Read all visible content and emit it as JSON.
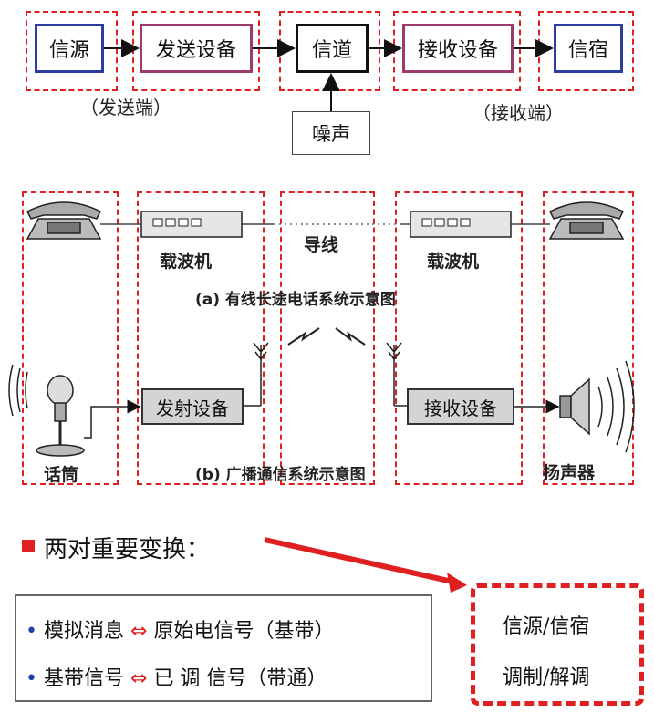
{
  "top": {
    "source": "信源",
    "transmitter": "发送设备",
    "channel": "信道",
    "receiver": "接收设备",
    "sink": "信宿",
    "noise": "噪声",
    "tx_end": "（发送端）",
    "rx_end": "（接收端）"
  },
  "wired": {
    "carrier_left": "载波机",
    "wire": "导线",
    "carrier_right": "载波机",
    "caption": "(a) 有线长途电话系统示意图"
  },
  "broadcast": {
    "transmitter": "发射设备",
    "receiver": "接收设备",
    "microphone": "话筒",
    "speaker": "扬声器",
    "caption": "(b) 广播通信系统示意图"
  },
  "bottom": {
    "title": "两对重要变换：",
    "item1_left": "模拟消息",
    "item1_right": "原始电信号（基带）",
    "item2_left": "基带信号",
    "item2_right": "已 调 信号（带通）",
    "arrow_symbol": "⇔",
    "pair1": "信源/信宿",
    "pair2": "调制/解调"
  },
  "colors": {
    "red": "#e02020",
    "blue": "#2b3ea0",
    "purple": "#9b3b6b",
    "bullet_blue": "#1f3faa"
  }
}
